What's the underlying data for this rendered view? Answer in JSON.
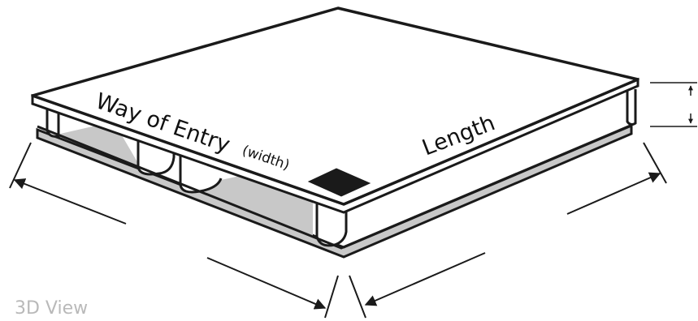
{
  "diagram": {
    "labels": {
      "width": "Way of Entry",
      "width_note": "(width)",
      "length": "Length"
    },
    "colors": {
      "outline": "#1a1a1a",
      "fill": "#ffffff",
      "shadow": "#c8c8c8",
      "marker": "#1a1a1a"
    }
  },
  "caption": "3D View"
}
